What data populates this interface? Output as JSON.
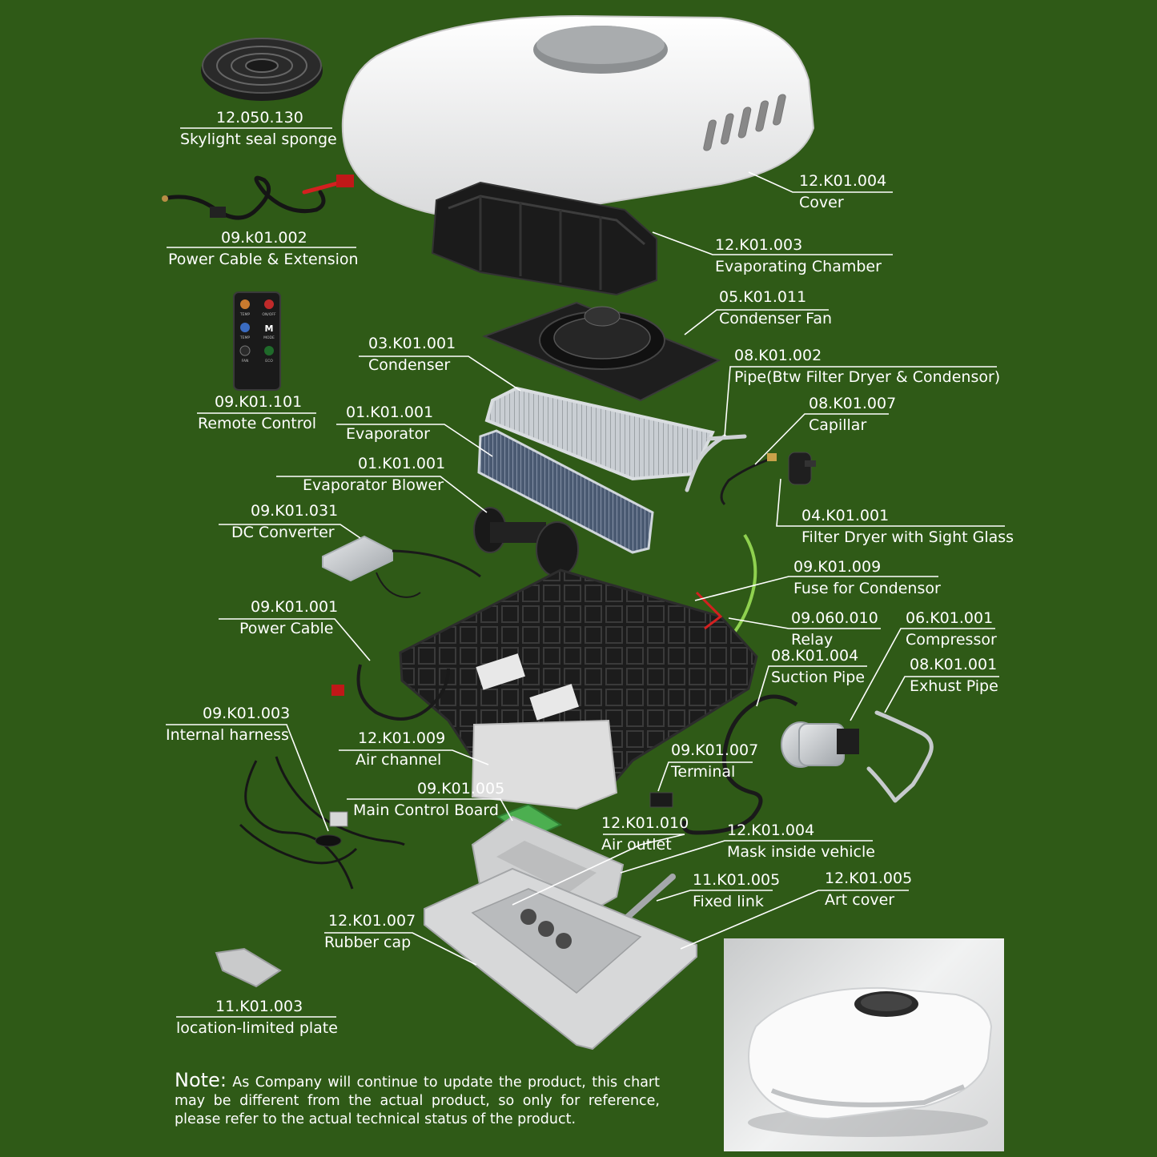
{
  "parts": [
    {
      "code": "12.050.130",
      "name": "Skylight seal sponge"
    },
    {
      "code": "12.K01.004",
      "name": "Cover"
    },
    {
      "code": "09.k01.002",
      "name": "Power Cable & Extension"
    },
    {
      "code": "12.K01.003",
      "name": "Evaporating Chamber"
    },
    {
      "code": "05.K01.011",
      "name": "Condenser Fan"
    },
    {
      "code": "09.K01.101",
      "name": "Remote Control"
    },
    {
      "code": "03.K01.001",
      "name": "Condenser"
    },
    {
      "code": "08.K01.002",
      "name": "Pipe(Btw Filter Dryer & Condensor)"
    },
    {
      "code": "01.K01.001",
      "name": "Evaporator"
    },
    {
      "code": "08.K01.007",
      "name": "Capillar"
    },
    {
      "code": "01.K01.001",
      "name": "Evaporator Blower"
    },
    {
      "code": "09.K01.031",
      "name": "DC Converter"
    },
    {
      "code": "04.K01.001",
      "name": "Filter Dryer with Sight Glass"
    },
    {
      "code": "09.K01.009",
      "name": "Fuse for Condensor"
    },
    {
      "code": "09.K01.001",
      "name": "Power Cable"
    },
    {
      "code": "09.060.010",
      "name": "Relay"
    },
    {
      "code": "06.K01.001",
      "name": "Compressor"
    },
    {
      "code": "08.K01.004",
      "name": "Suction Pipe"
    },
    {
      "code": "08.K01.001",
      "name": "Exhust Pipe"
    },
    {
      "code": "09.K01.003",
      "name": "Internal harness"
    },
    {
      "code": "12.K01.009",
      "name": "Air channel"
    },
    {
      "code": "09.K01.007",
      "name": "Terminal"
    },
    {
      "code": "09.K01.005",
      "name": "Main Control Board"
    },
    {
      "code": "12.K01.010",
      "name": "Air outlet"
    },
    {
      "code": "12.K01.004",
      "name": "Mask inside vehicle"
    },
    {
      "code": "11.K01.005",
      "name": "Fixed link"
    },
    {
      "code": "12.K01.005",
      "name": "Art cover"
    },
    {
      "code": "12.K01.007",
      "name": "Rubber cap"
    },
    {
      "code": "11.K01.003",
      "name": "location-limited plate"
    }
  ],
  "remote": {
    "buttons": [
      "TEMP",
      "ON/OFF",
      "TEMP",
      "MODE",
      "FAN",
      "ECO"
    ],
    "mode_glyph": "M"
  },
  "note": {
    "head": "Note:",
    "body": "As Company will continue to update the product, this chart may be different from the actual product, so only for reference, please refer to the actual technical status of the product."
  },
  "colors": {
    "background": "#2f5a17",
    "label_text": "#ffffff",
    "leader_line": "#ffffff",
    "cover_white": "#f4f4f4",
    "plastic_black": "#1a1a1a",
    "metal_silver": "#c8ccd0",
    "wire_red": "#d42020",
    "wire_green": "#8fd14f"
  }
}
